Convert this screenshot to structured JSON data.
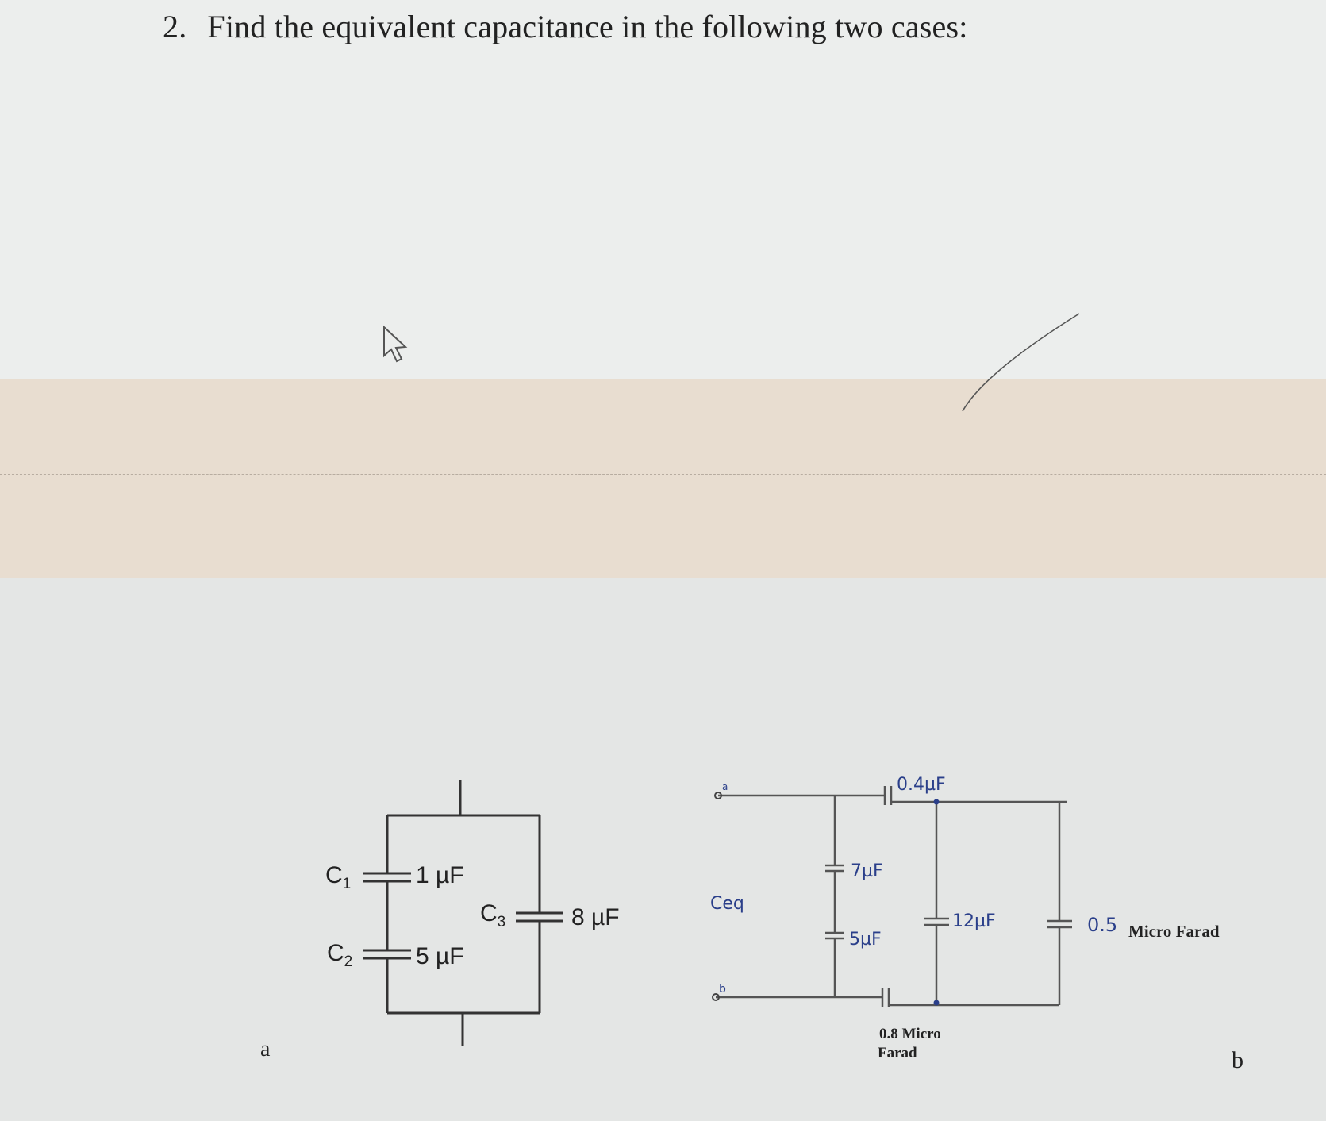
{
  "question": {
    "number": "2.",
    "text": "Find the equivalent capacitance in the following two cases:"
  },
  "circuit_a": {
    "label": "a",
    "c1": {
      "name": "C",
      "sub": "1",
      "value": "1 µF"
    },
    "c2": {
      "name": "C",
      "sub": "2",
      "value": "5 µF"
    },
    "c3": {
      "name": "C",
      "sub": "3",
      "value": "8 µF"
    }
  },
  "circuit_b": {
    "label": "b",
    "terminal_a": "a",
    "terminal_b": "b",
    "ceq_label": "Ceq",
    "c_top": "0.4µF",
    "c_7": "7µF",
    "c_5": "5µF",
    "c_12": "12µF",
    "c_right_value": "0.5",
    "c_right_unit": "Micro Farad",
    "c_bottom_line1": "0.8 Micro",
    "c_bottom_line2": "Farad"
  },
  "colors": {
    "ink": "#222222",
    "wire": "#555555",
    "handwriting": "#2a3f8a",
    "band": "#e8ddd0"
  }
}
